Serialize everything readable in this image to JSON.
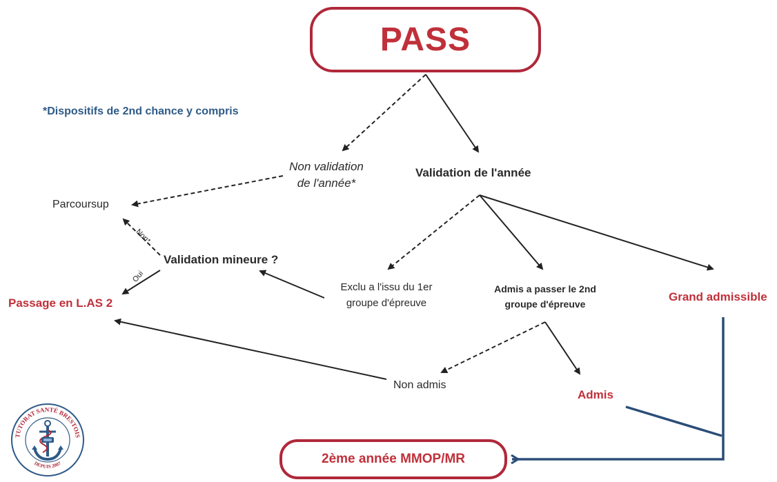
{
  "title": "PASS",
  "note": "*Dispositifs de 2nd chance y compris",
  "nodes": {
    "non_validation_line1": "Non validation",
    "non_validation_line2": "de l'année*",
    "validation": "Validation de l'année",
    "parcoursup": "Parcoursup",
    "validation_mineure": "Validation mineure ?",
    "passage_las2": "Passage en L.AS 2",
    "exclu_line1": "Exclu a l'issu du 1er",
    "exclu_line2": "groupe d'épreuve",
    "admis_passer_line1": "Admis a passer le 2nd",
    "admis_passer_line2": "groupe d'épreuve",
    "grand_admissible": "Grand admissible",
    "non_admis": "Non admis",
    "admis": "Admis",
    "deuxieme_annee": "2ème année MMOP/MR"
  },
  "edge_labels": {
    "non": "Non*",
    "oui": "Oui"
  },
  "logo": {
    "text_top": "TUTORAT SANTÉ BRESTOIS",
    "text_bottom": "DEPUIS 2007"
  },
  "colors": {
    "accent_red": "#c0303a",
    "box_border": "#b0283a",
    "blue": "#2e5a87",
    "navy_line": "#2b4d78"
  }
}
